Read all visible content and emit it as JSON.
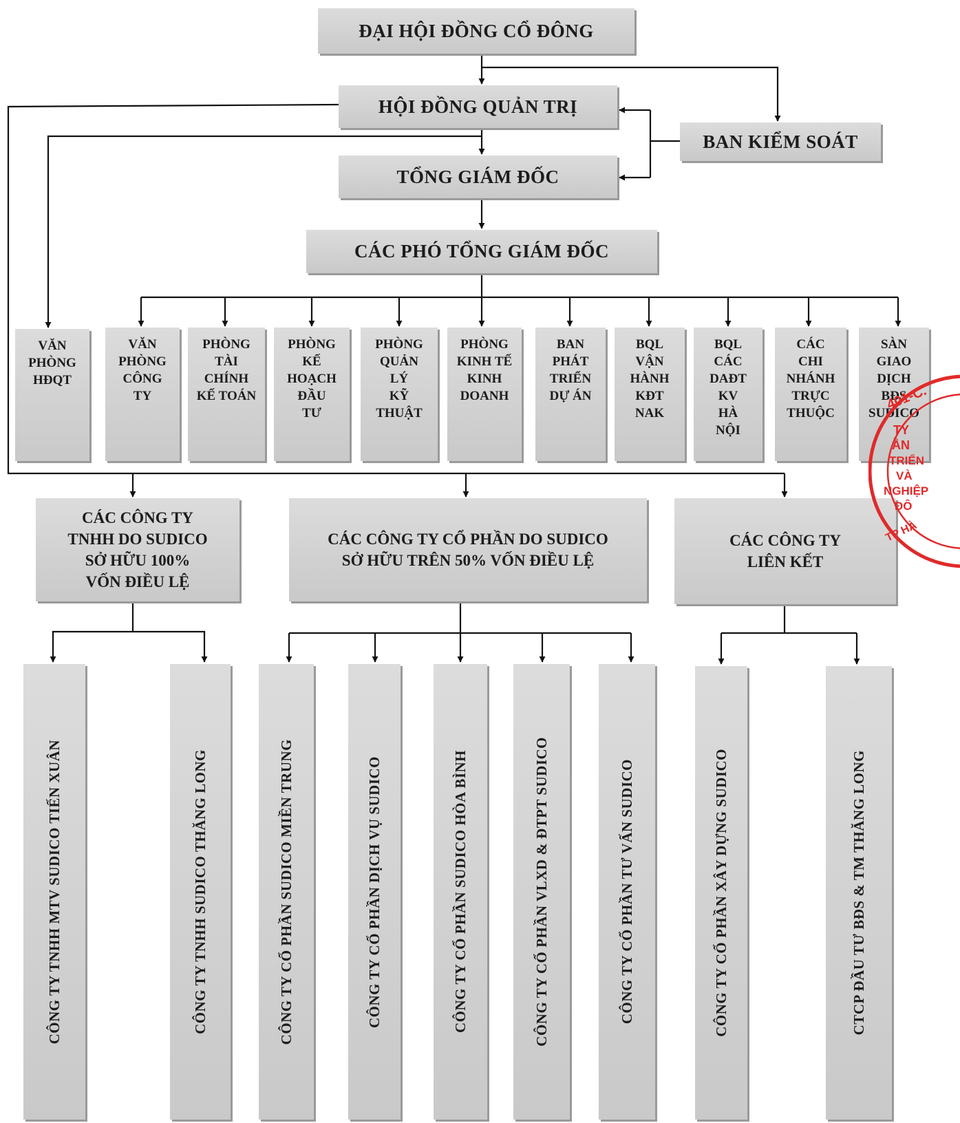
{
  "top": {
    "dhdcd": "ĐẠI HỘI ĐỒNG CỔ ĐÔNG",
    "hdqt": "HỘI ĐỒNG QUẢN TRỊ",
    "bks": "BAN KIỂM SOÁT",
    "tgd": "TỔNG GIÁM ĐỐC",
    "ptgd": "CÁC PHÓ TỔNG GIÁM ĐỐC"
  },
  "departments": [
    "VĂN\nPHÒNG\nHĐQT",
    "VĂN\nPHÒNG\nCÔNG\nTY",
    "PHÒNG\nTÀI\nCHÍNH\nKẾ TOÁN",
    "PHÒNG\nKẾ\nHOẠCH\nĐẦU\nTƯ",
    "PHÒNG\nQUẢN\nLÝ\nKỸ\nTHUẬT",
    "PHÒNG\nKINH TẾ\nKINH\nDOANH",
    "BAN\nPHÁT\nTRIỂN\nDỰ ÁN",
    "BQL\nVẬN\nHÀNH\nKĐT\nNAK",
    "BQL\nCÁC\nDAĐT\nKV\nHÀ\nNỘI",
    "CÁC\nCHI\nNHÁNH\nTRỰC\nTHUỘC",
    "SÀN\nGIAO\nDỊCH\nBĐS\nSUDICO"
  ],
  "groups": [
    "CÁC CÔNG TY\nTNHH DO SUDICO\nSỞ HỮU 100%\nVỐN ĐIỀU LỆ",
    "CÁC CÔNG TY CỔ PHẦN DO SUDICO\nSỞ HỮU TRÊN 50% VỐN ĐIỀU LỆ",
    "CÁC CÔNG TY\nLIÊN KẾT"
  ],
  "companies": [
    "CÔNG TY TNHH MTV SUDICO TIẾN XUÂN",
    "CÔNG TY TNHH SUDICO THĂNG LONG",
    "CÔNG TY CỔ PHẦN SUDICO MIỀN TRUNG",
    "CÔNG TY CỔ PHẦN DỊCH VỤ SUDICO",
    "CÔNG TY CỔ PHẦN SUDICO HÒA BÌNH",
    "CÔNG TY CỔ PHẦN VLXD & ĐTPT SUDICO",
    "CÔNG TY CỔ PHẦN TƯ VẤN SUDICO",
    "CÔNG TY CỔ PHẦN XÂY DỰNG SUDICO",
    "CTCP ĐẦU TƯ BĐS & TM THĂNG LONG"
  ],
  "stamp": {
    "text": "401-C.TY ẦN TRIỂN VÀ NGHIỆP ĐÔ TP HÀ",
    "color": "#e02a2a"
  }
}
